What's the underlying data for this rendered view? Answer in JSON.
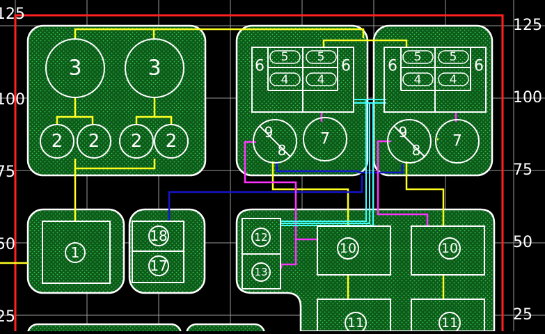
{
  "axis_labels": {
    "left_125": "125",
    "left_100": "100",
    "left_75": "75",
    "left_50": "50",
    "left_25": "25",
    "right_125": "125",
    "right_100": "100",
    "right_75": "75",
    "right_50": "50",
    "right_25": "25"
  },
  "components": {
    "c1": "1",
    "c2a": "2",
    "c2b": "2",
    "c2c": "2",
    "c2d": "2",
    "c3a": "3",
    "c3b": "3",
    "c4a": "4",
    "c4b": "4",
    "c4c": "4",
    "c4d": "4",
    "c5a": "5",
    "c5b": "5",
    "c5c": "5",
    "c5d": "5",
    "c6a": "6",
    "c6b": "6",
    "c6c": "6",
    "c6d": "6",
    "c7a": "7",
    "c7b": "7",
    "c8a": "8",
    "c8b": "8",
    "c9a": "9",
    "c9b": "9",
    "c10a": "10",
    "c10b": "10",
    "c11a": "11",
    "c11b": "11",
    "c12": "12",
    "c13": "13",
    "c17": "17",
    "c18": "18"
  },
  "colors": {
    "background": "#000000",
    "grid": "#9a9a9a",
    "board_outline": "#ff2020",
    "pad_outline": "#ffffff",
    "pad_fill": "#0c5a1a",
    "pad_dots": "#39c04a",
    "trace_yellow": "#ffff22",
    "trace_cyan": "#40ffff",
    "trace_blue": "#1414c8",
    "trace_magenta": "#ff33ff"
  }
}
